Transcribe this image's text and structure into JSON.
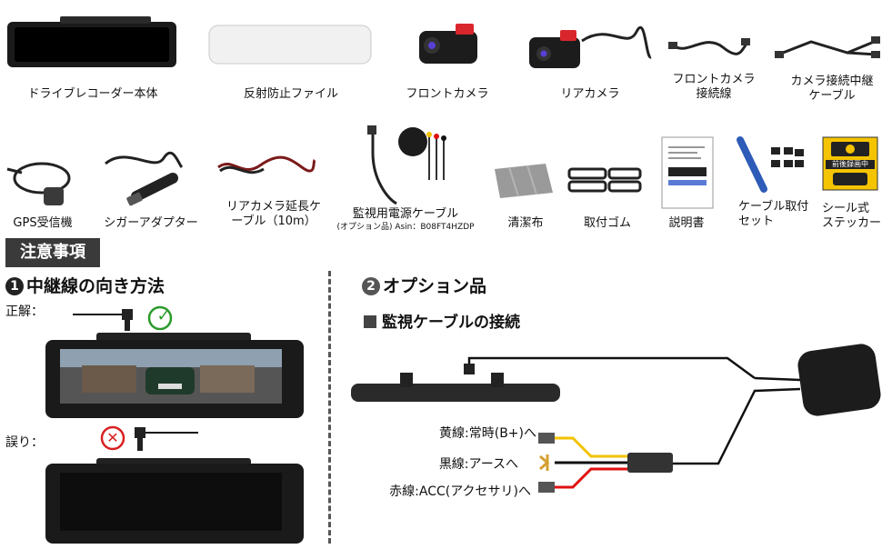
{
  "items": [
    {
      "label": "ドライブレコーダー本体"
    },
    {
      "label": "反射防止ファイル"
    },
    {
      "label": "フロントカメラ"
    },
    {
      "label": "リアカメラ"
    },
    {
      "label_lines": [
        "フロントカメラ",
        "接続線"
      ]
    },
    {
      "label_lines": [
        "カメラ接続中継",
        "ケーブル"
      ]
    },
    {
      "label": "GPS受信機"
    },
    {
      "label": "シガーアダプター"
    },
    {
      "label_lines": [
        "リアカメラ延長ケ",
        "ーブル（10m）"
      ]
    },
    {
      "label": "監視用電源ケーブル",
      "sub": "(オプション品) Asin：B08FT4HZDP"
    },
    {
      "label": "清潔布"
    },
    {
      "label": "取付ゴム"
    },
    {
      "label": "説明書"
    },
    {
      "label_lines": [
        "ケーブル取付",
        "セット"
      ]
    },
    {
      "label_lines": [
        "シール式",
        "ステッカー"
      ]
    }
  ],
  "notes_title": "注意事項",
  "section1": {
    "num": "1",
    "title": "中継線の向き方法",
    "correct": "正解：",
    "wrong": "誤り："
  },
  "section2": {
    "num": "2",
    "title": "オプション品",
    "subtitle": "監視ケーブルの接続",
    "yellow": "黄線:常時(B+)へ",
    "black": "黒線:アースへ",
    "red": "赤線:ACC(アクセサリ)へ"
  },
  "sticker_text": "前後録画中",
  "colors": {
    "yellow": "#f2c300",
    "red": "#e01010",
    "black": "#111111",
    "green": "#2a9a2a",
    "cross": "#d92020",
    "accent_red": "#d9262c"
  }
}
